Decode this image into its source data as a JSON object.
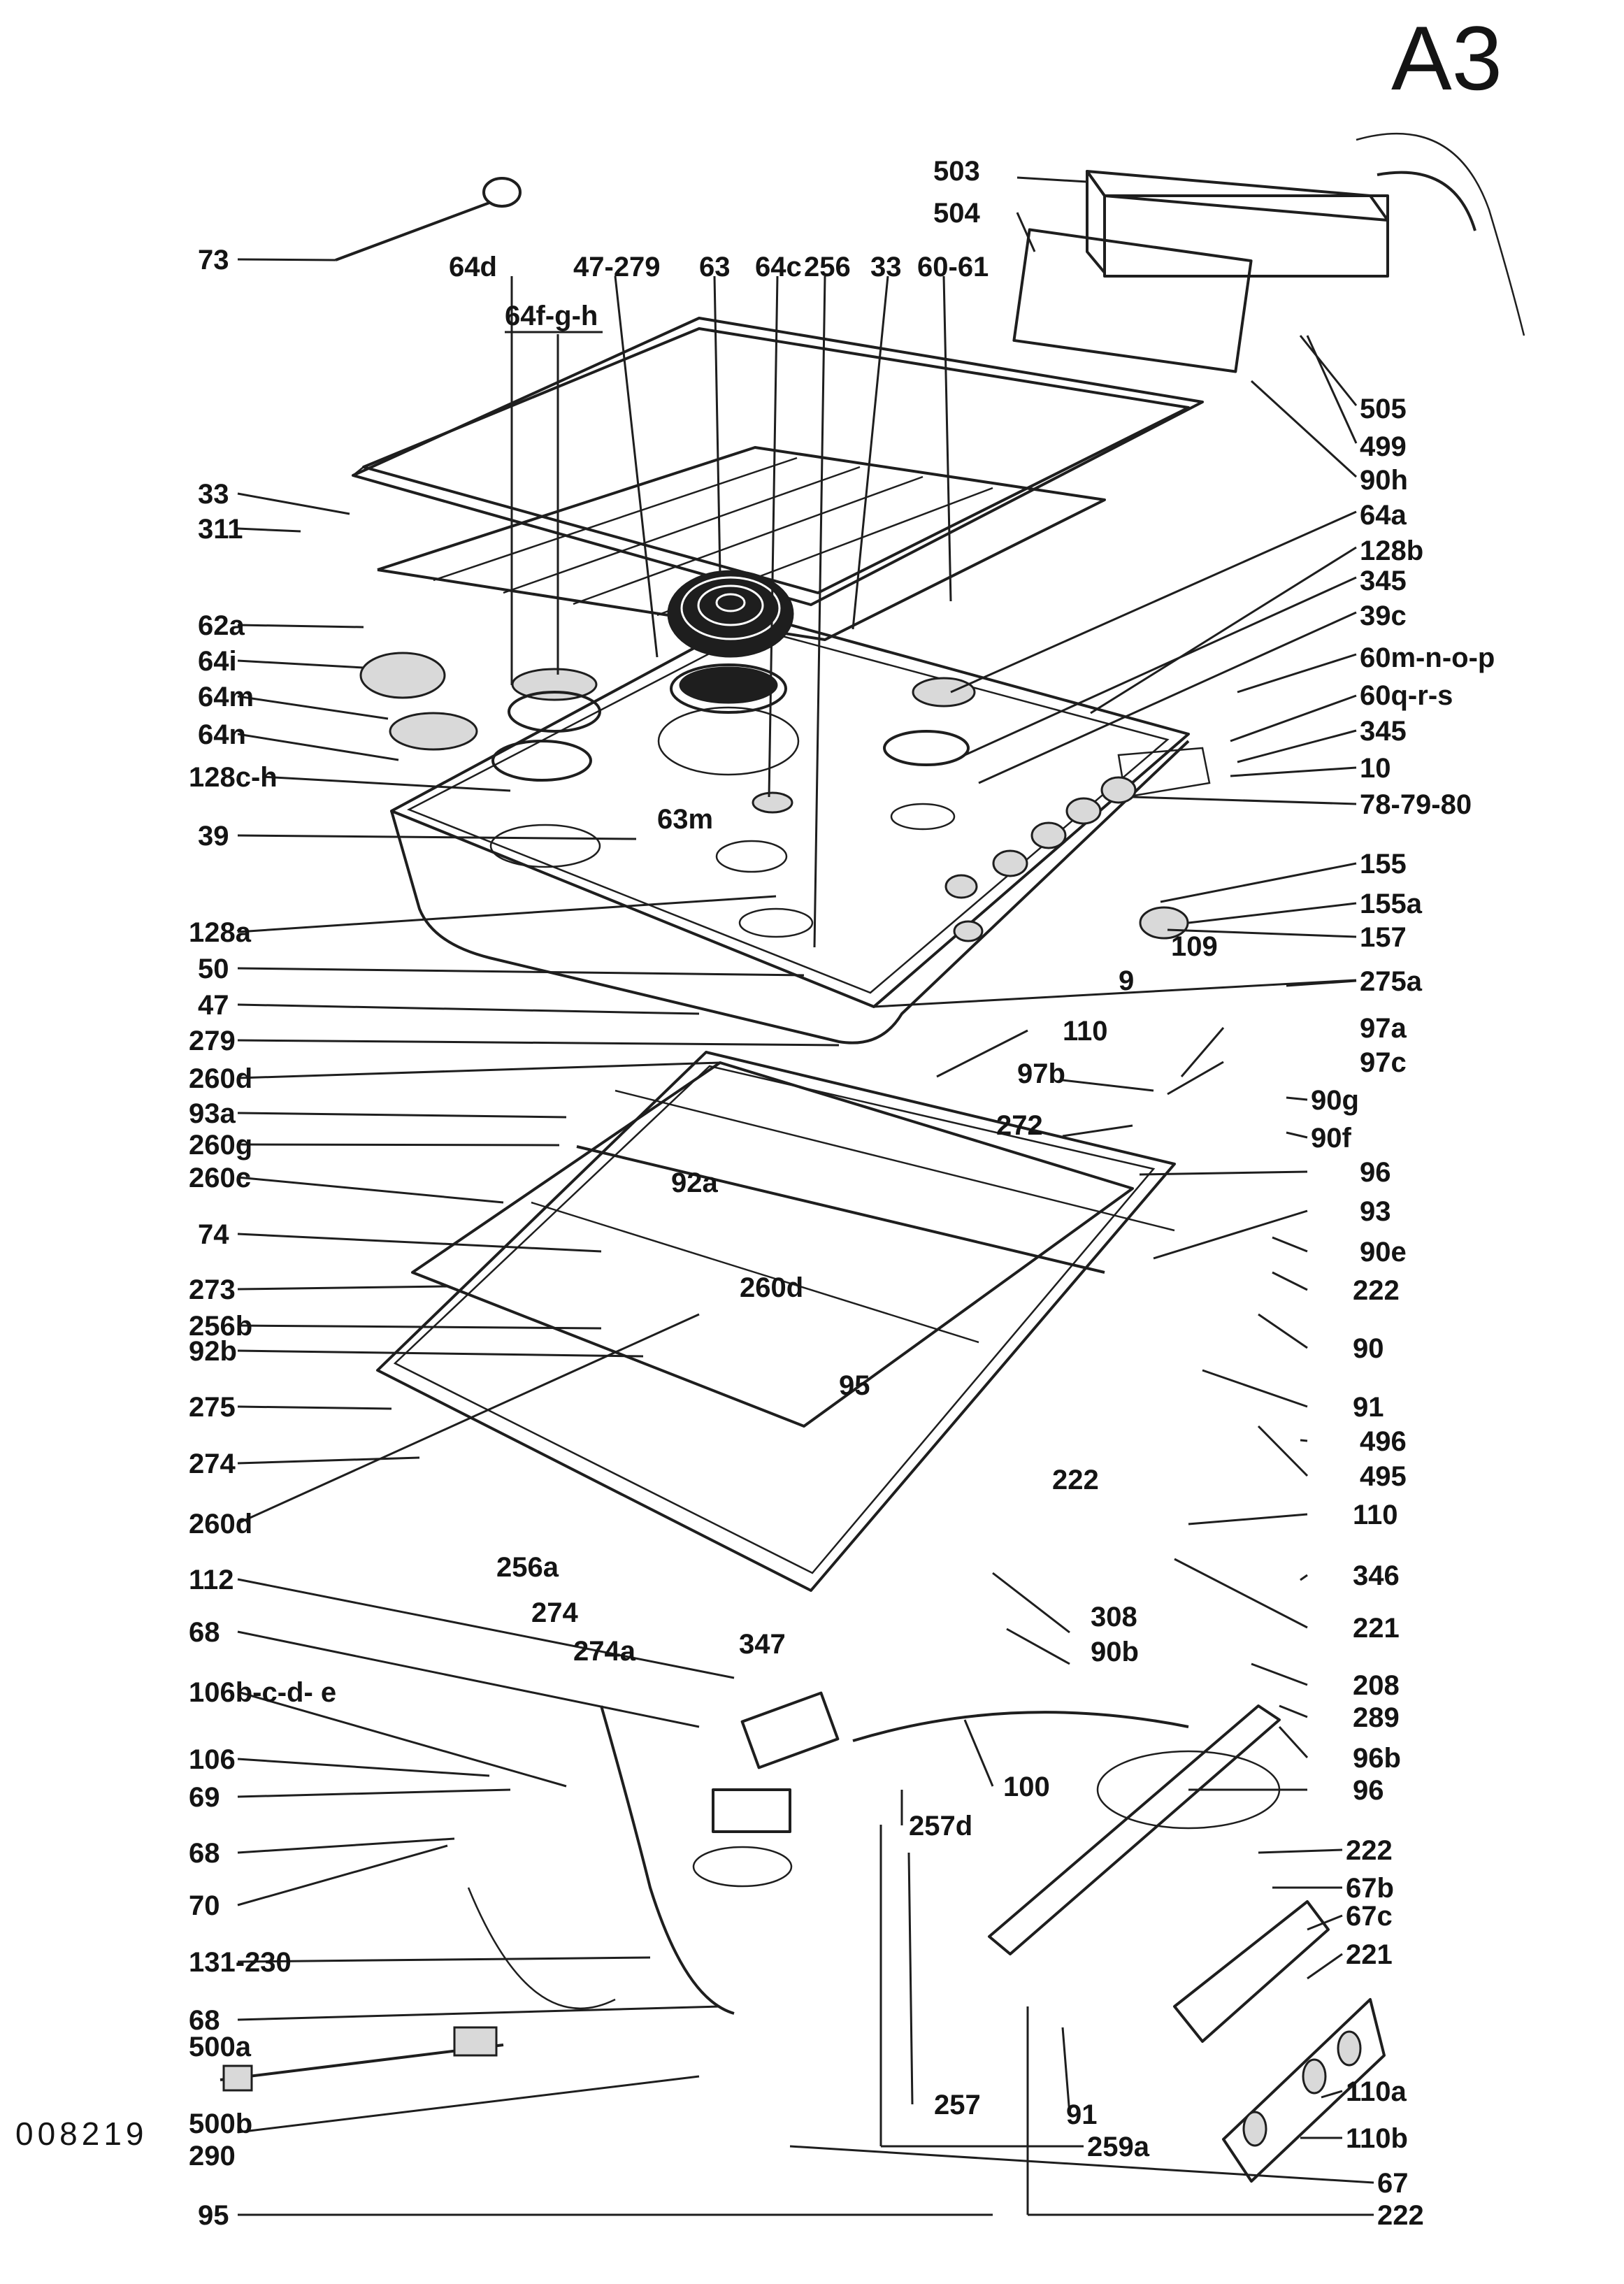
{
  "sheet": {
    "title": "A3",
    "code": "008219"
  },
  "top_labels": [
    "64d",
    "47-279",
    "63",
    "64c",
    "256",
    "33",
    "60-61"
  ],
  "sub_label": "64f-g-h",
  "callouts": [
    "73",
    "33",
    "311",
    "62a",
    "64i",
    "64m",
    "64n",
    "128c-h",
    "63m",
    "39",
    "128a",
    "50",
    "47",
    "279",
    "260d",
    "93a",
    "260g",
    "260c",
    "74",
    "273",
    "256b",
    "92b",
    "275",
    "274",
    "260d",
    "92a",
    "260d",
    "95",
    "256a",
    "274",
    "274a",
    "347",
    "112",
    "68",
    "106b-c-d- e",
    "106",
    "69",
    "68",
    "70",
    "131-230",
    "68",
    "500a",
    "500b",
    "290",
    "95",
    "503",
    "504",
    "505",
    "499",
    "90h",
    "64a",
    "128b",
    "345",
    "39c",
    "60m-n-o-p",
    "60q-r-s",
    "345",
    "10",
    "78-79-80",
    "155",
    "155a",
    "157",
    "109",
    "9",
    "275a",
    "110",
    "97a",
    "97c",
    "97b",
    "90g",
    "272",
    "90f",
    "96",
    "93",
    "90e",
    "222",
    "90",
    "91",
    "496",
    "495",
    "222",
    "110",
    "346",
    "221",
    "308",
    "90b",
    "208",
    "289",
    "96b",
    "96",
    "100",
    "257d",
    "222",
    "67b",
    "67c",
    "221",
    "110a",
    "110b",
    "257",
    "91",
    "259a",
    "67",
    "222"
  ]
}
